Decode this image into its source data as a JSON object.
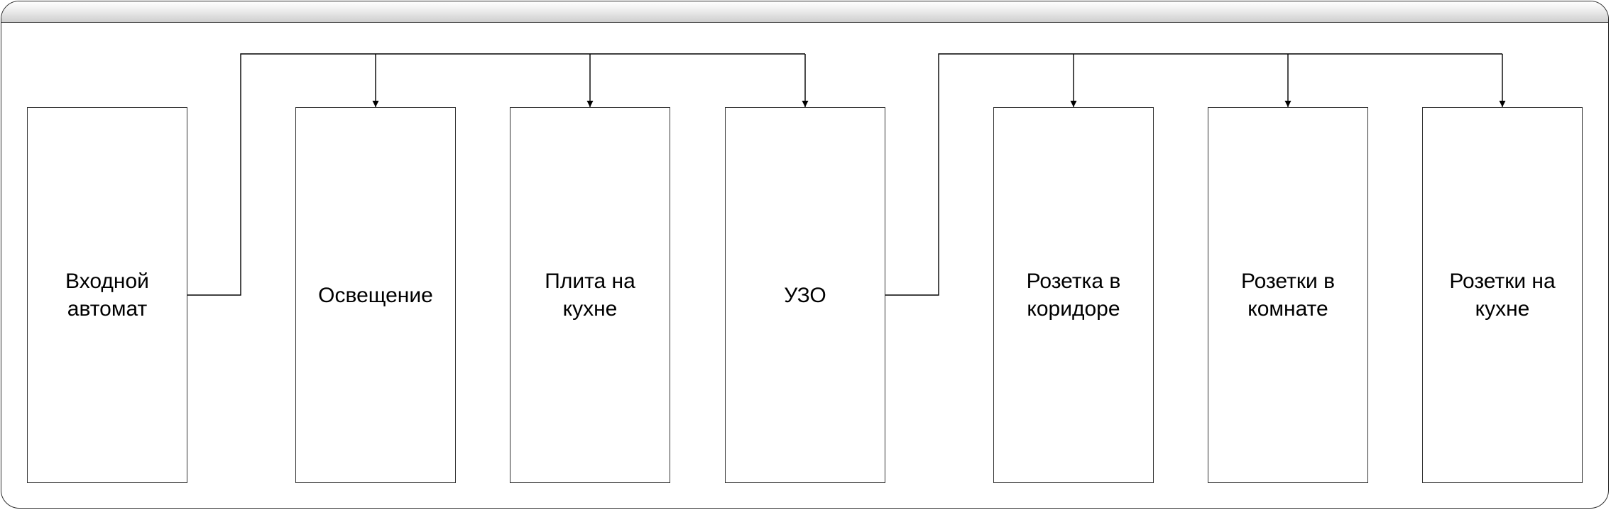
{
  "diagram": {
    "colors": {
      "line": "#000000",
      "box_border": "#333333",
      "frame_border": "#2b2b2b"
    },
    "nodes": [
      {
        "id": "input-breaker",
        "label": "Входной\nавтомат"
      },
      {
        "id": "lighting",
        "label": "Освещение"
      },
      {
        "id": "kitchen-stove",
        "label": "Плита на\nкухне"
      },
      {
        "id": "rcd",
        "label": "УЗО"
      },
      {
        "id": "corridor-socket",
        "label": "Розетка в\nкоридоре"
      },
      {
        "id": "room-sockets",
        "label": "Розетки в\nкомнате"
      },
      {
        "id": "kitchen-sockets",
        "label": "Розетки на\nкухне"
      }
    ],
    "edges": [
      {
        "from": "input-breaker",
        "to": "lighting"
      },
      {
        "from": "input-breaker",
        "to": "kitchen-stove"
      },
      {
        "from": "input-breaker",
        "to": "rcd"
      },
      {
        "from": "rcd",
        "to": "corridor-socket"
      },
      {
        "from": "rcd",
        "to": "room-sockets"
      },
      {
        "from": "rcd",
        "to": "kitchen-sockets"
      }
    ]
  }
}
